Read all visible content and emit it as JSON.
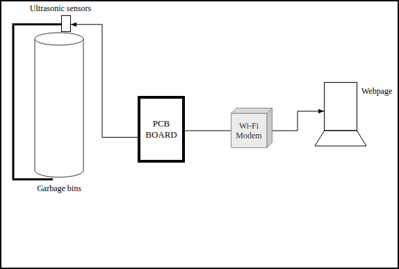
{
  "diagram": {
    "nodes": [
      {
        "text": [
          "Ultrasonic sensors"
        ]
      },
      {
        "text": [
          "Garbage bins"
        ]
      },
      {
        "text": [
          "PCB BOARD"
        ]
      },
      {
        "text": [
          "Wi-Fi Modem"
        ]
      },
      {
        "text": [
          "Webpage"
        ]
      }
    ],
    "edges": [
      {
        "from": 2,
        "to": 0,
        "arrow": "to"
      },
      {
        "from": 2,
        "to": 3,
        "arrow": "none"
      },
      {
        "from": 3,
        "to": 4,
        "arrow": "to"
      }
    ]
  }
}
